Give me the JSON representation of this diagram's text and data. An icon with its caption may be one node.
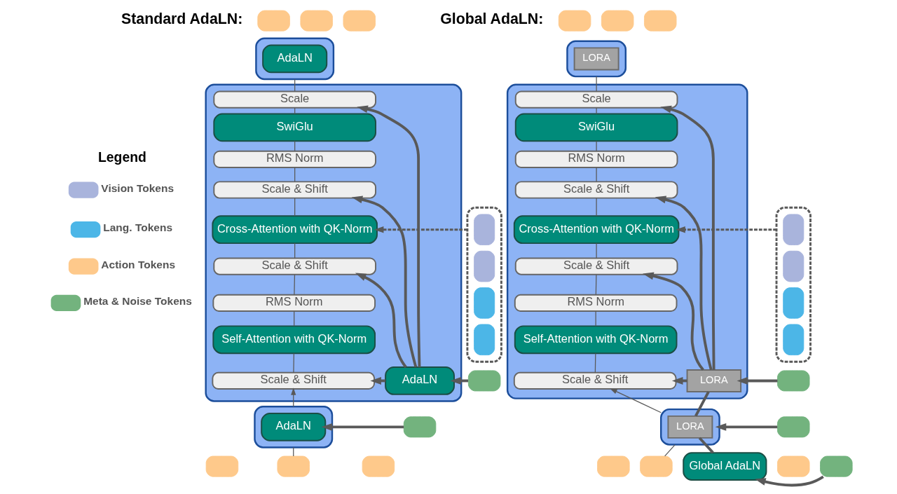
{
  "diagram": {
    "nodes": [
      {
        "text": [],
        "shape": "box"
      },
      {
        "text": [],
        "shape": "box"
      },
      {
        "text": [],
        "shape": "box"
      },
      {
        "text": [],
        "shape": "box"
      },
      {
        "text": [
          "AdaLN"
        ],
        "in": 3
      },
      {
        "text": [],
        "shape": "box"
      },
      {
        "text": [
          "Scale"
        ],
        "in": 5
      },
      {
        "text": [
          "SwiGlu"
        ],
        "in": 5
      },
      {
        "text": [
          "RMS Norm"
        ],
        "in": 5
      },
      {
        "text": [
          "Scale & Shift"
        ],
        "in": 5
      },
      {
        "text": [
          "Cross-Attention with QK-Norm"
        ],
        "in": 5
      },
      {
        "text": [
          "Scale & Shift"
        ],
        "in": 5
      },
      {
        "text": [
          "RMS Norm"
        ],
        "in": 5
      },
      {
        "text": [
          "Self-Attention with QK-Norm"
        ],
        "in": 5
      },
      {
        "text": [
          "Scale & Shift"
        ],
        "in": 5
      },
      {
        "text": [
          "AdaLN"
        ],
        "in": 5
      },
      {
        "text": [],
        "shape": "box"
      },
      {
        "text": [],
        "shape": "box",
        "in": 16
      },
      {
        "text": [],
        "shape": "box",
        "in": 16
      },
      {
        "text": [],
        "shape": "box",
        "in": 16
      },
      {
        "text": [],
        "shape": "box",
        "in": 16
      },
      {
        "text": [],
        "shape": "box"
      },
      {
        "text": [],
        "shape": "box"
      },
      {
        "text": [
          "AdaLN"
        ],
        "in": 22
      },
      {
        "text": [],
        "shape": "box"
      },
      {
        "text": [],
        "shape": "box"
      },
      {
        "text": [],
        "shape": "box"
      },
      {
        "text": [],
        "shape": "box"
      },
      {
        "text": [],
        "shape": "box"
      },
      {
        "text": [],
        "shape": "box"
      },
      {
        "text": [],
        "shape": "box"
      },
      {
        "text": [],
        "shape": "box"
      },
      {
        "text": [
          "LORA"
        ],
        "in": 31
      },
      {
        "text": [],
        "shape": "box"
      },
      {
        "text": [
          "Scale"
        ],
        "in": 33
      },
      {
        "text": [
          "SwiGlu"
        ],
        "in": 33
      },
      {
        "text": [
          "RMS Norm"
        ],
        "in": 33
      },
      {
        "text": [
          "Scale & Shift"
        ],
        "in": 33
      },
      {
        "text": [
          "Cross-Attention with QK-Norm"
        ],
        "in": 33
      },
      {
        "text": [
          "Scale & Shift"
        ],
        "in": 33
      },
      {
        "text": [
          "RMS Norm"
        ],
        "in": 33
      },
      {
        "text": [
          "Self-Attention with QK-Norm"
        ],
        "in": 33
      },
      {
        "text": [
          "Scale & Shift"
        ],
        "in": 33
      },
      {
        "text": [
          "LORA"
        ],
        "in": 33
      },
      {
        "text": [],
        "shape": "box"
      },
      {
        "text": [],
        "shape": "box",
        "in": 44
      },
      {
        "text": [],
        "shape": "box",
        "in": 44
      },
      {
        "text": [],
        "shape": "box",
        "in": 44
      },
      {
        "text": [],
        "shape": "box",
        "in": 44
      },
      {
        "text": [],
        "shape": "box"
      },
      {
        "text": [],
        "shape": "box"
      },
      {
        "text": [
          "LORA"
        ],
        "in": 50
      },
      {
        "text": [],
        "shape": "box"
      },
      {
        "text": [],
        "shape": "box"
      },
      {
        "text": [],
        "shape": "box"
      },
      {
        "text": [],
        "shape": "box"
      },
      {
        "text": [
          "Global AdaLN"
        ]
      },
      {
        "text": [],
        "shape": "box"
      }
    ],
    "edges": [
      {
        "from": 6,
        "to": 3,
        "arrow": "none"
      },
      {
        "from": 7,
        "to": 6,
        "arrow": "none"
      },
      {
        "from": 8,
        "to": 7,
        "arrow": "none"
      },
      {
        "from": 9,
        "to": 8,
        "arrow": "none"
      },
      {
        "from": 10,
        "to": 9,
        "arrow": "none"
      },
      {
        "from": 11,
        "to": 10,
        "arrow": "none"
      },
      {
        "from": 12,
        "to": 11,
        "arrow": "none"
      },
      {
        "from": 13,
        "to": 12,
        "arrow": "none"
      },
      {
        "from": 14,
        "to": 13,
        "arrow": "none"
      },
      {
        "from": 22,
        "to": 14,
        "arrow": "to"
      },
      {
        "from": 26,
        "to": 22,
        "arrow": "none"
      },
      {
        "from": 15,
        "to": 6,
        "arrow": "to",
        "style": "thick"
      },
      {
        "from": 15,
        "to": 9,
        "arrow": "to",
        "style": "thick"
      },
      {
        "from": 15,
        "to": 11,
        "arrow": "to",
        "style": "thick"
      },
      {
        "from": 15,
        "to": 14,
        "arrow": "to",
        "style": "thick"
      },
      {
        "from": 16,
        "to": 10,
        "arrow": "to",
        "style": "dashed"
      },
      {
        "from": 21,
        "to": 15,
        "arrow": "to",
        "style": "thick"
      },
      {
        "from": 24,
        "to": 23,
        "arrow": "to",
        "style": "thick"
      },
      {
        "from": 34,
        "to": 31,
        "arrow": "none"
      },
      {
        "from": 35,
        "to": 34,
        "arrow": "none"
      },
      {
        "from": 36,
        "to": 35,
        "arrow": "none"
      },
      {
        "from": 37,
        "to": 36,
        "arrow": "none"
      },
      {
        "from": 38,
        "to": 37,
        "arrow": "none"
      },
      {
        "from": 39,
        "to": 38,
        "arrow": "none"
      },
      {
        "from": 40,
        "to": 39,
        "arrow": "none"
      },
      {
        "from": 41,
        "to": 40,
        "arrow": "none"
      },
      {
        "from": 42,
        "to": 41,
        "arrow": "none"
      },
      {
        "from": 50,
        "to": 42,
        "arrow": "to"
      },
      {
        "from": 54,
        "to": 50,
        "arrow": "none"
      },
      {
        "from": 56,
        "to": 51,
        "arrow": "none",
        "style": "thick"
      },
      {
        "from": 51,
        "to": 43,
        "arrow": "none",
        "style": "thick"
      },
      {
        "from": 43,
        "to": 34,
        "arrow": "to",
        "style": "thick"
      },
      {
        "from": 43,
        "to": 37,
        "arrow": "to",
        "style": "thick"
      },
      {
        "from": 43,
        "to": 39,
        "arrow": "to",
        "style": "thick"
      },
      {
        "from": 43,
        "to": 42,
        "arrow": "to",
        "style": "thick"
      },
      {
        "from": 44,
        "to": 38,
        "arrow": "to",
        "style": "dashed"
      },
      {
        "from": 49,
        "to": 43,
        "arrow": "to",
        "style": "thick"
      },
      {
        "from": 52,
        "to": 50,
        "arrow": "to",
        "style": "thick"
      },
      {
        "from": 57,
        "to": 56,
        "arrow": "to",
        "style": "thick"
      }
    ],
    "labels": [
      "Standard AdaLN:",
      "Global AdaLN:",
      "Legend"
    ],
    "legend": [
      {
        "text": "Vision Tokens",
        "color": "#a9b4dc"
      },
      {
        "text": "Lang. Tokens",
        "color": "#4cb6e7"
      },
      {
        "text": "Action Tokens",
        "color": "#fec98b"
      },
      {
        "text": "Meta & Noise Tokens",
        "color": "#73b37e"
      }
    ]
  }
}
